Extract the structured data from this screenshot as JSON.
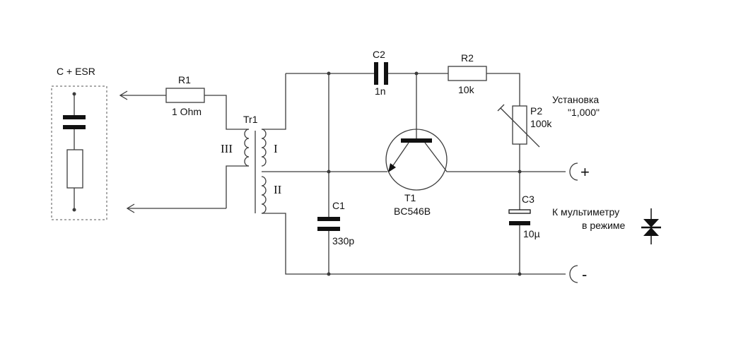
{
  "labels": {
    "esr": "C + ESR",
    "r1_name": "R1",
    "r1_value": "1 Ohm",
    "tr1_name": "Tr1",
    "winding_3": "III",
    "winding_1": "I",
    "winding_2": "II",
    "c2_name": "C2",
    "c2_value": "1n",
    "r2_name": "R2",
    "r2_value": "10k",
    "p2_name": "P2",
    "p2_value": "100k",
    "setting_line1": "Установка",
    "setting_line2": "\"1,000\"",
    "t1_name": "T1",
    "t1_type": "BC546B",
    "c1_name": "C1",
    "c1_value": "330p",
    "c3_name": "C3",
    "c3_value": "10µ",
    "mm_line1": "К мультиметру",
    "mm_line2": "в режиме",
    "plus": "+",
    "minus": "-"
  }
}
